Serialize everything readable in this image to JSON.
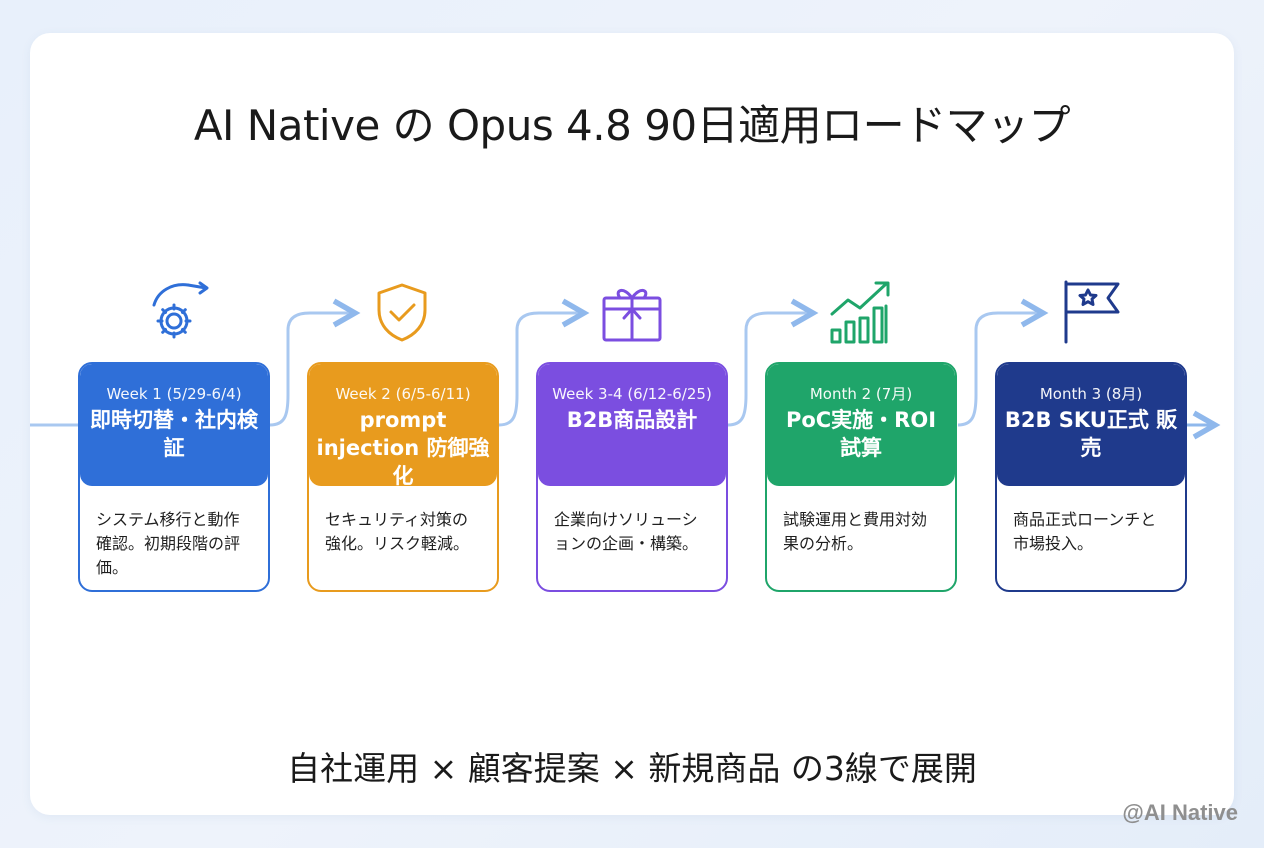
{
  "title": "AI Native の Opus 4.8 90日適用ロードマップ",
  "footer": "自社運用 × 顧客提案 × 新規商品 の3線で展開",
  "watermark": "@AI Native",
  "steps": [
    {
      "period": "Week 1 (5/29-6/4)",
      "name": "即時切替・社内検証",
      "desc": "システム移行と動作確認。初期段階の評価。",
      "color": "#2f6fd8",
      "icon": "gear-icon"
    },
    {
      "period": "Week 2 (6/5-6/11)",
      "name": "prompt injection 防御強化",
      "desc": "セキュリティ対策の強化。リスク軽減。",
      "color": "#e89b1e",
      "icon": "shield-check-icon"
    },
    {
      "period": "Week 3-4 (6/12-6/25)",
      "name": "B2B商品設計",
      "desc": "企業向けソリューションの企画・構築。",
      "color": "#7b4ee0",
      "icon": "gift-box-icon"
    },
    {
      "period": "Month 2 (7月)",
      "name": "PoC実施・ROI 試算",
      "desc": "試験運用と費用対効果の分析。",
      "color": "#1fa56a",
      "icon": "growth-chart-icon"
    },
    {
      "period": "Month 3 (8月)",
      "name": "B2B SKU正式 販売",
      "desc": "商品正式ローンチと市場投入。",
      "color": "#1f3a8c",
      "icon": "flag-star-icon"
    }
  ]
}
